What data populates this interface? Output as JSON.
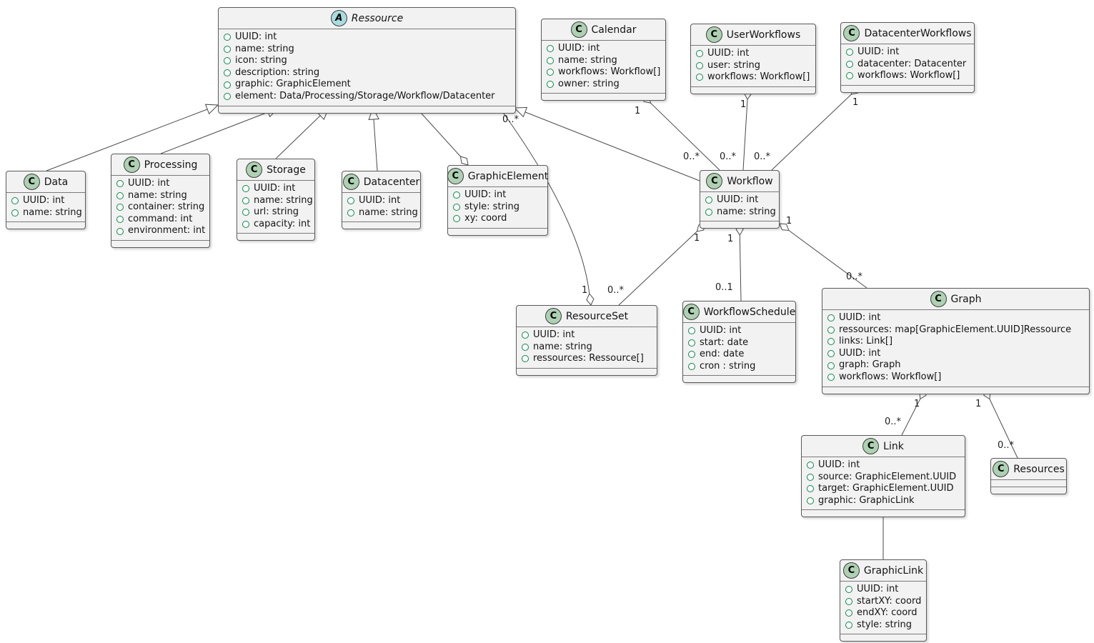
{
  "diagram": {
    "title": "UML class diagram",
    "colors": {
      "box_fill": "#f2f2f2",
      "box_border": "#5a5a5a",
      "class_icon_fill": "#ADD1B2",
      "abstract_icon_fill": "#A9DCDF",
      "field_icon_color": "#0a8a4a",
      "line_color": "#4a4a4a"
    },
    "classes": [
      {
        "id": "ressource",
        "name": "Ressource",
        "kind": "abstract",
        "icon_letter": "A",
        "attributes": [
          "UUID: int",
          "name: string",
          "icon: string",
          "description: string",
          "graphic: GraphicElement",
          "element: Data/Processing/Storage/Workflow/Datacenter"
        ]
      },
      {
        "id": "calendar",
        "name": "Calendar",
        "kind": "class",
        "icon_letter": "C",
        "attributes": [
          "UUID: int",
          "name: string",
          "workflows: Workflow[]",
          "owner: string"
        ]
      },
      {
        "id": "userworkflows",
        "name": "UserWorkflows",
        "kind": "class",
        "icon_letter": "C",
        "attributes": [
          "UUID: int",
          "user: string",
          "workflows: Workflow[]"
        ]
      },
      {
        "id": "datacenterworkflows",
        "name": "DatacenterWorkflows",
        "kind": "class",
        "icon_letter": "C",
        "attributes": [
          "UUID: int",
          "datacenter: Datacenter",
          "workflows: Workflow[]"
        ]
      },
      {
        "id": "data",
        "name": "Data",
        "kind": "class",
        "icon_letter": "C",
        "attributes": [
          "UUID: int",
          "name: string"
        ]
      },
      {
        "id": "processing",
        "name": "Processing",
        "kind": "class",
        "icon_letter": "C",
        "attributes": [
          "UUID: int",
          "name: string",
          "container: string",
          "command: int",
          "environment: int"
        ]
      },
      {
        "id": "storage",
        "name": "Storage",
        "kind": "class",
        "icon_letter": "C",
        "attributes": [
          "UUID: int",
          "name: string",
          "url: string",
          "capacity: int"
        ]
      },
      {
        "id": "datacenter",
        "name": "Datacenter",
        "kind": "class",
        "icon_letter": "C",
        "attributes": [
          "UUID: int",
          "name: string"
        ]
      },
      {
        "id": "graphicelement",
        "name": "GraphicElement",
        "kind": "class",
        "icon_letter": "C",
        "attributes": [
          "UUID: int",
          "style: string",
          "xy: coord"
        ]
      },
      {
        "id": "workflow",
        "name": "Workflow",
        "kind": "class",
        "icon_letter": "C",
        "attributes": [
          "UUID: int",
          "name: string"
        ]
      },
      {
        "id": "resourceset",
        "name": "ResourceSet",
        "kind": "class",
        "icon_letter": "C",
        "attributes": [
          "UUID: int",
          "name: string",
          "ressources: Ressource[]"
        ]
      },
      {
        "id": "workflowschedule",
        "name": "WorkflowSchedule",
        "kind": "class",
        "icon_letter": "C",
        "attributes": [
          "UUID: int",
          "start: date",
          "end: date",
          "cron : string"
        ]
      },
      {
        "id": "graph",
        "name": "Graph",
        "kind": "class",
        "icon_letter": "C",
        "attributes": [
          "UUID: int",
          "ressources: map[GraphicElement.UUID]Ressource",
          "links: Link[]",
          "UUID: int",
          "graph: Graph",
          "workflows: Workflow[]"
        ]
      },
      {
        "id": "link",
        "name": "Link",
        "kind": "class",
        "icon_letter": "C",
        "attributes": [
          "UUID: int",
          "source: GraphicElement.UUID",
          "target: GraphicElement.UUID",
          "graphic: GraphicLink"
        ]
      },
      {
        "id": "resources",
        "name": "Resources",
        "kind": "class",
        "icon_letter": "C",
        "attributes": []
      },
      {
        "id": "graphiclink",
        "name": "GraphicLink",
        "kind": "class",
        "icon_letter": "C",
        "attributes": [
          "UUID: int",
          "startXY: coord",
          "endXY: coord",
          "style: string"
        ]
      }
    ],
    "labels": [
      {
        "text": "1"
      },
      {
        "text": "0..*"
      },
      {
        "text": "1"
      },
      {
        "text": "0..*"
      },
      {
        "text": "1"
      },
      {
        "text": "0..*"
      },
      {
        "text": "0..*"
      },
      {
        "text": "1"
      },
      {
        "text": "0..*"
      },
      {
        "text": "1"
      },
      {
        "text": "1"
      },
      {
        "text": "0..1"
      },
      {
        "text": "1"
      },
      {
        "text": "0..*"
      },
      {
        "text": "1"
      },
      {
        "text": "0..*"
      },
      {
        "text": "1"
      },
      {
        "text": "0..*"
      }
    ],
    "relationships": [
      "Data --|> Ressource",
      "Processing --|> Ressource",
      "Storage --|> Ressource",
      "Datacenter --|> Ressource",
      "Workflow --|> Ressource",
      "Ressource --o GraphicElement",
      "ResourceSet 1 o-- 0..* Ressource",
      "Calendar 1 o-- 0..* Workflow",
      "UserWorkflows 1 o-- 0..* Workflow",
      "DatacenterWorkflows 1 o-- 0..* Workflow",
      "Workflow 1 o-- 0..* ResourceSet",
      "Workflow 1 o-- 0..1 WorkflowSchedule",
      "Workflow 1 o-- 0..* Graph",
      "Graph 1 o-- 0..* Link",
      "Graph 1 o-- 0..* Resources",
      "Link -- GraphicLink"
    ]
  }
}
